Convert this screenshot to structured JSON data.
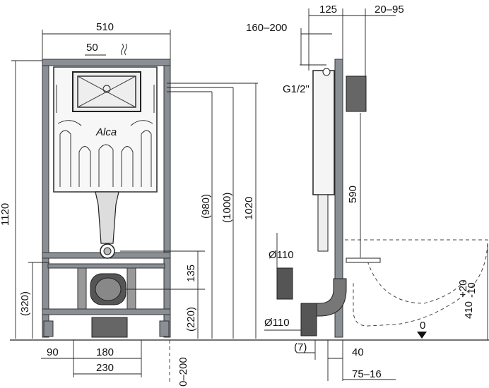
{
  "front": {
    "width": "510",
    "offset_top": "50",
    "height_total": "1120",
    "height_980": "(980)",
    "height_1000": "(1000)",
    "height_1020": "1020",
    "height_135": "135",
    "height_220": "(220)",
    "height_320": "(320)",
    "bottom_90": "90",
    "bottom_180": "180",
    "bottom_230": "230",
    "bottom_0_200": "0–200",
    "brand": "Alca"
  },
  "side": {
    "depth_125": "125",
    "depth_20_95": "20–95",
    "depth_160_200": "160–200",
    "thread": "G1/2\"",
    "height_590": "590",
    "pipe_110_top": "Ø110",
    "pipe_110_bottom": "Ø110",
    "gap_7": "(7)",
    "depth_40": "40",
    "depth_75_16": "75–16",
    "zero": "0",
    "bowl_height": "410",
    "bowl_tol_plus": "+20",
    "bowl_tol_minus": "-10"
  }
}
